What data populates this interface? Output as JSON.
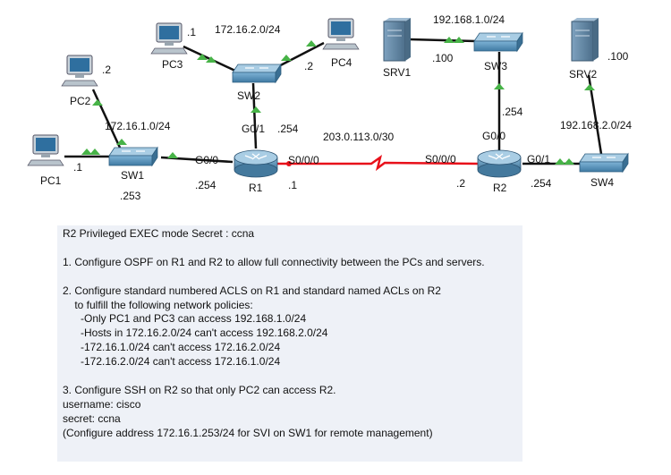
{
  "colors": {
    "link": "#111111",
    "serial": "#e8101a",
    "port_up": "#47b347",
    "pc_body": "#c8d2da",
    "screen": "#2f6f9f",
    "switch": "#4e8db7",
    "router": "#5a90b4",
    "server": "#5f7f9a",
    "note_bg": "#eef1f7"
  },
  "devices": {
    "pc1": "PC1",
    "pc2": "PC2",
    "pc3": "PC3",
    "pc4": "PC4",
    "sw1": "SW1",
    "sw2": "SW2",
    "sw3": "SW3",
    "sw4": "SW4",
    "r1": "R1",
    "r2": "R2",
    "srv1": "SRV1",
    "srv2": "SRV2"
  },
  "labels": {
    "pc1_ip": ".1",
    "pc2_ip": ".2",
    "pc3_ip": ".1",
    "pc4_ip": ".2",
    "sw1_ip": ".253",
    "net_sw1": "172.16.1.0/24",
    "net_sw2": "172.16.2.0/24",
    "net_sw3": "192.168.1.0/24",
    "net_sw4": "192.168.2.0/24",
    "net_wan": "203.0.113.0/30",
    "r1_g00": "G0/0",
    "r1_g00_ip": ".254",
    "r1_g01": "G0/1",
    "r1_g01_ip": ".254",
    "r1_s000": "S0/0/0",
    "r1_s000_ip": ".1",
    "r2_s000": "S0/0/0",
    "r2_s000_ip": ".2",
    "r2_g00": "G0/0",
    "r2_g00_ip": ".254",
    "r2_g01": "G0/1",
    "r2_g01_ip": ".254",
    "srv1_ip": ".100",
    "srv2_ip": ".100"
  },
  "instructions": [
    "R2 Privileged EXEC mode Secret : ccna",
    "",
    "1. Configure OSPF on R1 and R2 to allow full connectivity between the PCs and servers.",
    "",
    "2. Configure standard numbered ACLS on R1 and standard named ACLs on R2",
    "    to fulfill the following network policies:",
    "      -Only PC1 and PC3 can access 192.168.1.0/24",
    "      -Hosts in 172.16.2.0/24 can't access 192.168.2.0/24",
    "      -172.16.1.0/24 can't access 172.16.2.0/24",
    "      -172.16.2.0/24 can't access 172.16.1.0/24",
    "",
    "3. Configure SSH on R2 so that only PC2 can access R2.",
    "username: cisco",
    "secret: ccna",
    "(Configure address 172.16.1.253/24 for SVI on SW1 for remote management)"
  ]
}
